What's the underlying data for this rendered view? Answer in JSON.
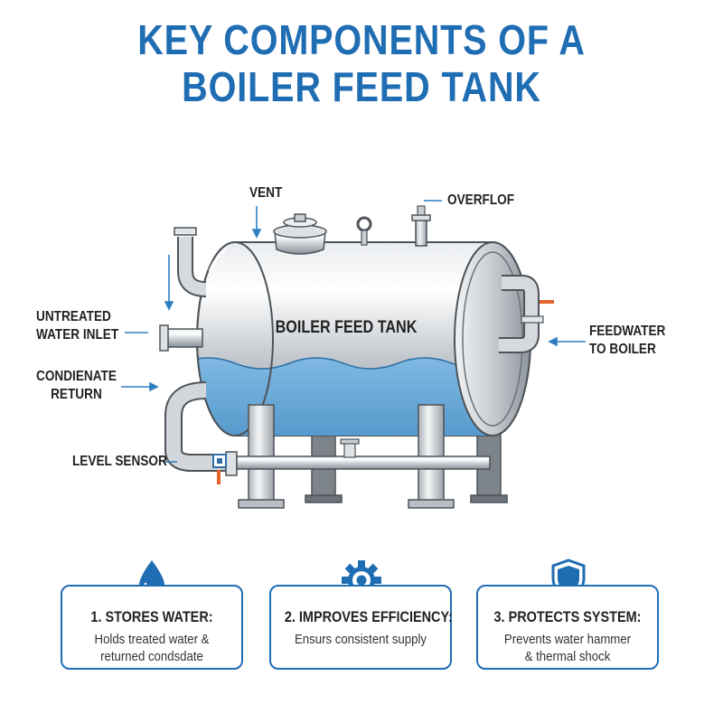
{
  "title": {
    "line1": "KEY COMPONENTS OF A",
    "line2": "BOILER FEED TANK"
  },
  "tank": {
    "label": "BOILER FEED TANK"
  },
  "callouts": {
    "vent": "VENT",
    "overflow": "OVERFLOF",
    "untreated_inlet": [
      "UNTREATED",
      "WATER INLET"
    ],
    "condensate_return": [
      "CONDIENATE",
      "RETURN"
    ],
    "level_sensor": "LEVEL SENSOR",
    "feedwater": [
      "FEEDWATER",
      "TO BOILER"
    ]
  },
  "cards": [
    {
      "icon": "water-drop-icon",
      "title": "1. STORES WATER:",
      "lines": [
        "Holds treated water &",
        "returned condsdate"
      ]
    },
    {
      "icon": "gear-icon",
      "title": "2. IMPROVES EFFICIENCY:",
      "lines": [
        "Ensurs consistent supply"
      ]
    },
    {
      "icon": "shield-icon",
      "title": "3. PROTECTS SYSTEM:",
      "lines": [
        "Prevents water hammer",
        "& thermal shock"
      ]
    }
  ],
  "colors": {
    "accent": "#1f6db3",
    "water": "#8fc3e6",
    "steel": "#c9ced4",
    "valve": "#e5622b"
  }
}
